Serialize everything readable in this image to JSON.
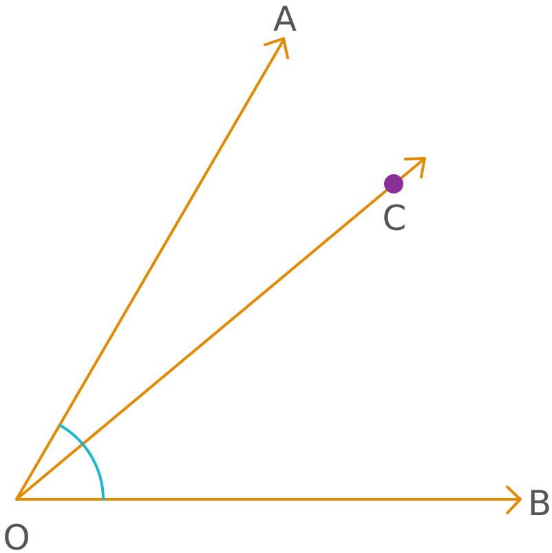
{
  "labels": {
    "A": "A",
    "B": "B",
    "C": "C",
    "O": "O"
  },
  "colors": {
    "ray": "#e58a00",
    "angle_arc": "#1ab8d3",
    "point": "#8b2f98",
    "label": "#555555"
  }
}
